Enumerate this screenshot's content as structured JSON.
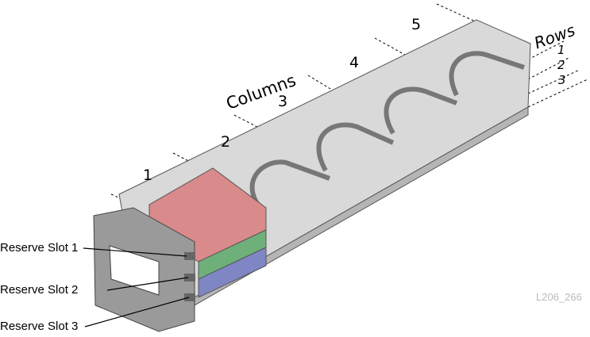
{
  "title_columns": "Columns",
  "title_rows": "Rows",
  "column_numbers": [
    "1",
    "2",
    "3",
    "4",
    "5"
  ],
  "row_numbers": [
    "1",
    "2",
    "3"
  ],
  "reserve_slots": [
    "Reserve Slot 1",
    "Reserve Slot 2",
    "Reserve Slot 3"
  ],
  "figure_id": "L206_266",
  "colors": {
    "slot1": "#d98a8a",
    "slot2": "#6fb07a",
    "slot3": "#7f86c4",
    "tray": "#d9d9d9",
    "bezel": "#9a9a9a"
  }
}
